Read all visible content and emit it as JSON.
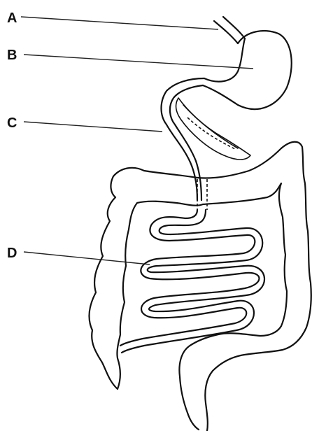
{
  "labels": {
    "a": "A",
    "b": "B",
    "c": "C",
    "d": "D"
  }
}
